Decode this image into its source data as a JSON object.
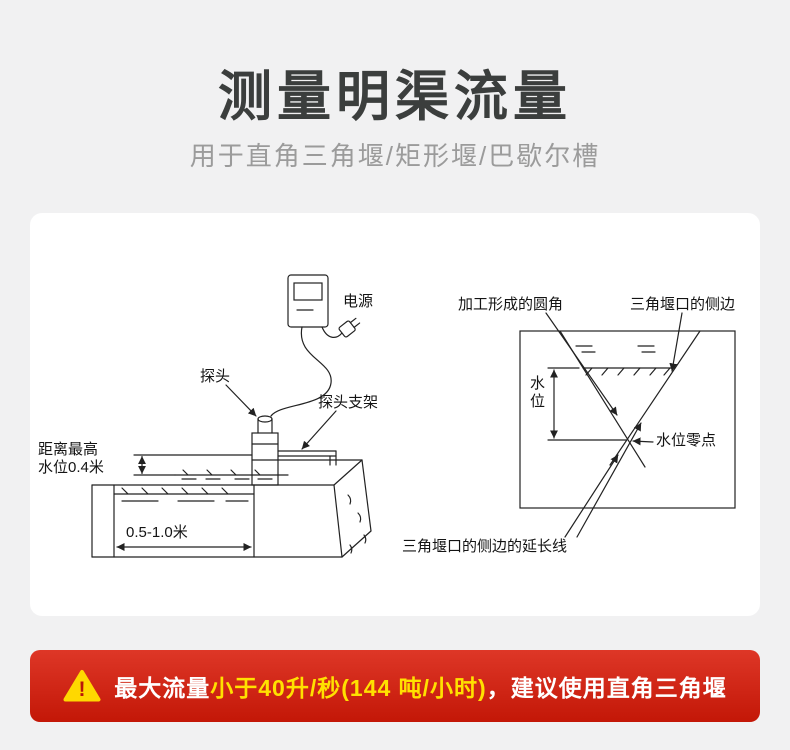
{
  "colors": {
    "page_background": "#f1f1f2",
    "card_background": "#ffffff",
    "banner_red": "#c91b0b",
    "banner_highlight_yellow": "#ffe100",
    "warning_triangle_yellow": "#ffd800",
    "title_gray": "#3b3e3d",
    "subtitle_gray": "#9b9b9b",
    "line_color": "#222222"
  },
  "header": {
    "title": "测量明渠流量",
    "subtitle": "用于直角三角堰/矩形堰/巴歇尔槽"
  },
  "diagram_left": {
    "power_label": "电源",
    "probe_label": "探头",
    "bracket_label": "探头支架",
    "distance_line1": "距离最高",
    "distance_line2": "水位0.4米",
    "width_label": "0.5-1.0米"
  },
  "diagram_right": {
    "corner_label": "加工形成的圆角",
    "side_label": "三角堰口的侧边",
    "level_label": "水位",
    "zero_label": "水位零点",
    "extension_label": "三角堰口的侧边的延长线"
  },
  "banner": {
    "icon": "warning-triangle-icon",
    "exclamation": "!",
    "part1": "最大流量",
    "highlight": "小于40升/秒(144 吨/小时)",
    "part2": "，建议使用直角三角堰"
  }
}
